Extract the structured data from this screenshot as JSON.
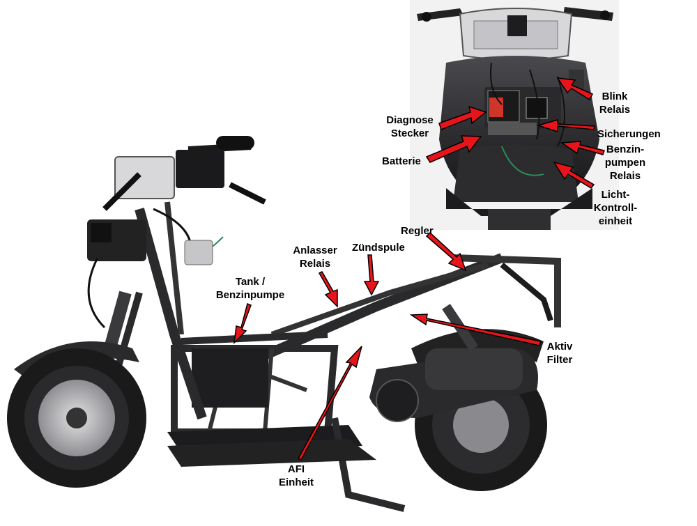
{
  "labels": {
    "blink_relais": "Blink\nRelais",
    "diagnose_stecker": "Diagnose\nStecker",
    "sicherungen": "Sicherungen",
    "batterie": "Batterie",
    "benzinpumpen_relais": "Benzin-\npumpen\nRelais",
    "licht_kontrolleinheit": "Licht-\nKontroll-\neinheit",
    "regler": "Regler",
    "anlasser_relais": "Anlasser\nRelais",
    "zuendspule": "Zündspule",
    "tank_benzinpumpe": "Tank /\nBenzinpumpe",
    "aktiv_filter": "Aktiv\nFilter",
    "afi_einheit": "AFI\nEinheit"
  },
  "colors": {
    "arrow": "#e8141b",
    "arrow_outline": "#000000",
    "bike_dark": "#1c1c1e",
    "bike_mid": "#3a3a3d",
    "metal": "#b8b8bc",
    "photo_bg": "#f4f4f4"
  }
}
